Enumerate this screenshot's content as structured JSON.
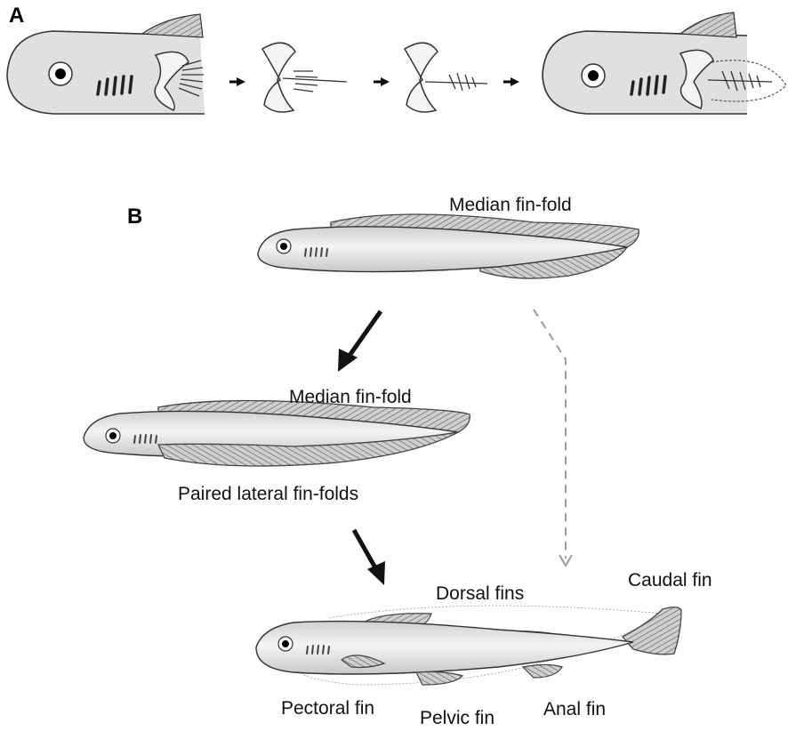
{
  "panels": {
    "a": "A",
    "b": "B"
  },
  "labels": {
    "median_fin_fold_top": "Median fin-fold",
    "median_fin_fold_middle": "Median fin-fold",
    "paired_lateral_fin_folds": "Paired lateral fin-folds",
    "dorsal_fins": "Dorsal fins",
    "caudal_fin": "Caudal fin",
    "pectoral_fin": "Pectoral fin",
    "pelvic_fin": "Pelvic fin",
    "anal_fin": "Anal fin"
  },
  "colors": {
    "body_fill": "#e3e3e3",
    "fin_fill": "#bdbdbd",
    "outline": "#333333",
    "arrow_solid": "#111111",
    "arrow_dashed": "#9a9a9a"
  }
}
